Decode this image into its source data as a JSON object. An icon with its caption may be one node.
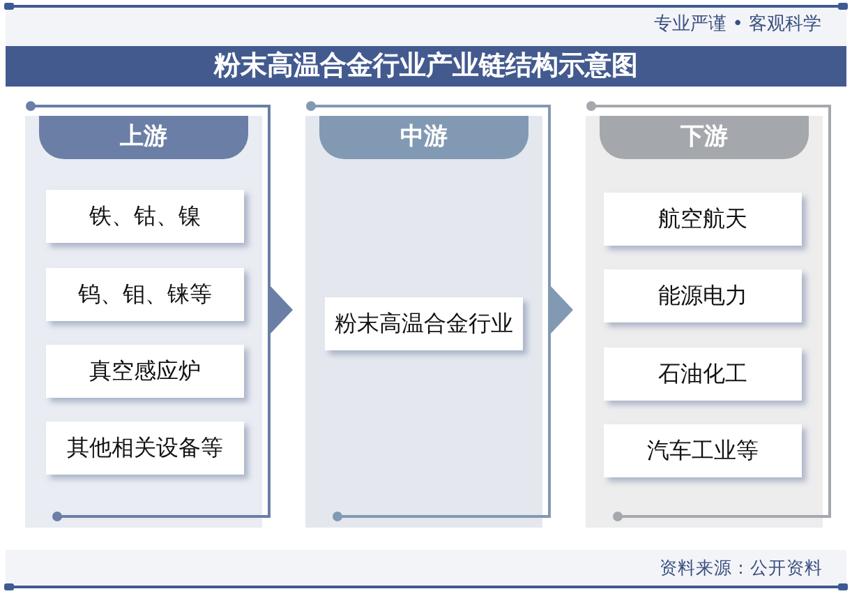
{
  "diagram": {
    "title": "粉末高温合金行业产业链结构示意图",
    "nodes": [
      {
        "text": [
          "上游"
        ]
      },
      {
        "text": [
          "铁、钴、镍"
        ],
        "in": 0
      },
      {
        "text": [
          "钨、钼、铼等"
        ],
        "in": 0
      },
      {
        "text": [
          "真空感应炉"
        ],
        "in": 0
      },
      {
        "text": [
          "其他相关设备等"
        ],
        "in": 0
      },
      {
        "text": [
          "中游"
        ]
      },
      {
        "text": [
          "粉末高温合金行业"
        ],
        "in": 5
      },
      {
        "text": [
          "下游"
        ]
      },
      {
        "text": [
          "航空航天"
        ],
        "in": 7
      },
      {
        "text": [
          "能源电力"
        ],
        "in": 7
      },
      {
        "text": [
          "石油化工"
        ],
        "in": 7
      },
      {
        "text": [
          "汽车工业等"
        ],
        "in": 7
      }
    ],
    "edges": [
      {
        "from": 0,
        "to": 5,
        "arrow": "to",
        "color": "#6a7ea6"
      },
      {
        "from": 5,
        "to": 7,
        "arrow": "to",
        "color": "#8299b3"
      }
    ],
    "labels": [
      "专业严谨 • 客观科学",
      "资料来源：公开资料"
    ]
  }
}
